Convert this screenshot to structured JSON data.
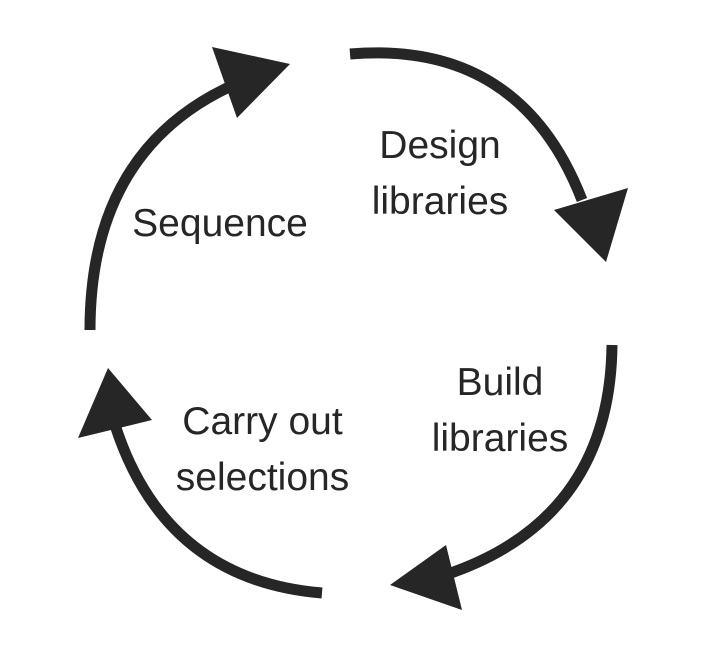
{
  "diagram": {
    "type": "cycle",
    "arrow_color": "#262626",
    "text_color": "#262626",
    "steps": [
      {
        "id": "design",
        "lines": [
          "Design",
          "libraries"
        ]
      },
      {
        "id": "build",
        "lines": [
          "Build",
          "libraries"
        ]
      },
      {
        "id": "carry",
        "lines": [
          "Carry out",
          "selections"
        ]
      },
      {
        "id": "sequence",
        "lines": [
          "Sequence"
        ]
      }
    ]
  }
}
